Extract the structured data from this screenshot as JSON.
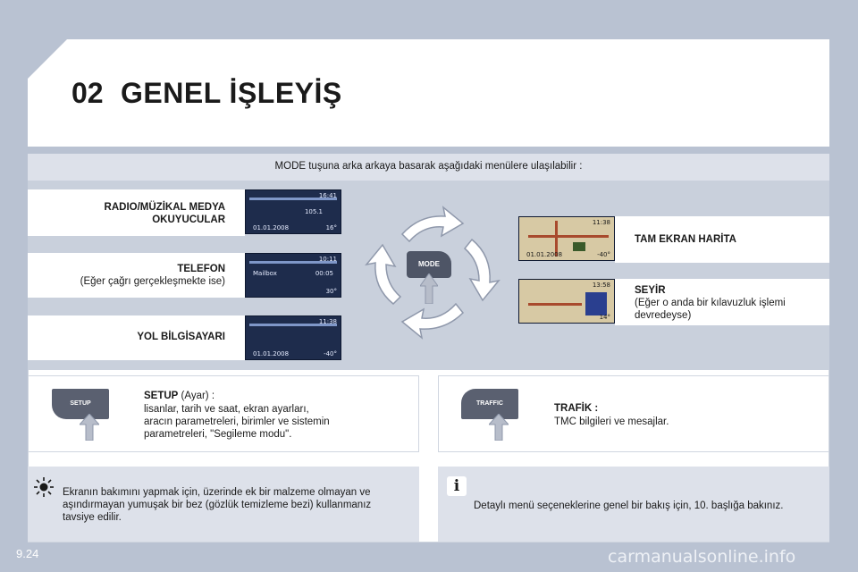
{
  "header": {
    "chapter_number": "02",
    "chapter_title": "GENEL İŞLEYİŞ"
  },
  "intro": "MODE tuşuna arka arkaya basarak aşağıdaki menülere ulaşılabilir :",
  "menus_left": [
    {
      "title_line1": "RADIO/MÜZİKAL MEDYA",
      "title_line2": "OKUYUCULAR",
      "subtitle": ""
    },
    {
      "title_line1": "TELEFON",
      "title_line2": "",
      "subtitle": "(Eğer çağrı gerçekleşmekte ise)"
    },
    {
      "title_line1": "YOL BİLGİSAYARI",
      "title_line2": "",
      "subtitle": ""
    }
  ],
  "menus_right": [
    {
      "title": "TAM EKRAN HARİTA",
      "subtitle_line1": "",
      "subtitle_line2": ""
    },
    {
      "title": "SEYİR",
      "subtitle_line1": "(Eğer o anda bir kılavuzluk işlemi",
      "subtitle_line2": "devredeyse)"
    }
  ],
  "mode_button": "MODE",
  "setup": {
    "key_label": "SETUP",
    "title": "SETUP",
    "title_suffix": " (Ayar) :",
    "line1": "lisanlar, tarih ve saat, ekran ayarları,",
    "line2": "aracın parametreleri, birimler ve sistemin",
    "line3": "parametreleri, \"Segileme modu\"."
  },
  "traffic": {
    "key_label": "TRAFFIC",
    "title": "TRAFİK :",
    "line1": "TMC bilgileri ve mesajlar."
  },
  "note_left": {
    "line1": "Ekranın bakımını yapmak için, üzerinde ek bir malzeme olmayan ve",
    "line2": "aşındırmayan yumuşak bir bez (gözlük temizleme bezi) kullanmanız",
    "line3": "tavsiye edilir."
  },
  "note_right": {
    "icon_glyph": "i",
    "text": "Detaylı menü seçeneklerine genel bir bakış için, 10. başlığa bakınız."
  },
  "thumbs": {
    "radio": {
      "time": "16:41",
      "freq": "105.1",
      "date": "01.01.2008",
      "temp": "16°"
    },
    "phone": {
      "time": "10:11",
      "item": "Mailbox",
      "count": "00:05",
      "temp": "30°"
    },
    "trip": {
      "time": "11:38",
      "date": "01.01.2008",
      "temp": "-40°"
    },
    "fullmap": {
      "time": "11:38",
      "date": "01.01.2008",
      "temp": "-40°"
    },
    "nav": {
      "time": "13:58",
      "temp": "14°"
    }
  },
  "footer": {
    "page_number": "9.24",
    "watermark": "carmanualsonline.info"
  },
  "colors": {
    "background": "#b9c2d2",
    "band": "#c9d0dc",
    "note": "#dde1ea"
  }
}
